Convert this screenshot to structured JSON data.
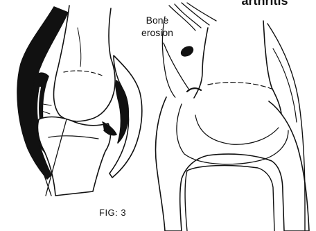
{
  "figure": {
    "title": "arthritis",
    "callout_line1": "Bone",
    "callout_line2": "erosion",
    "caption": "FIG: 3",
    "ink_color": "#111111",
    "paper_color": "#ffffff"
  }
}
